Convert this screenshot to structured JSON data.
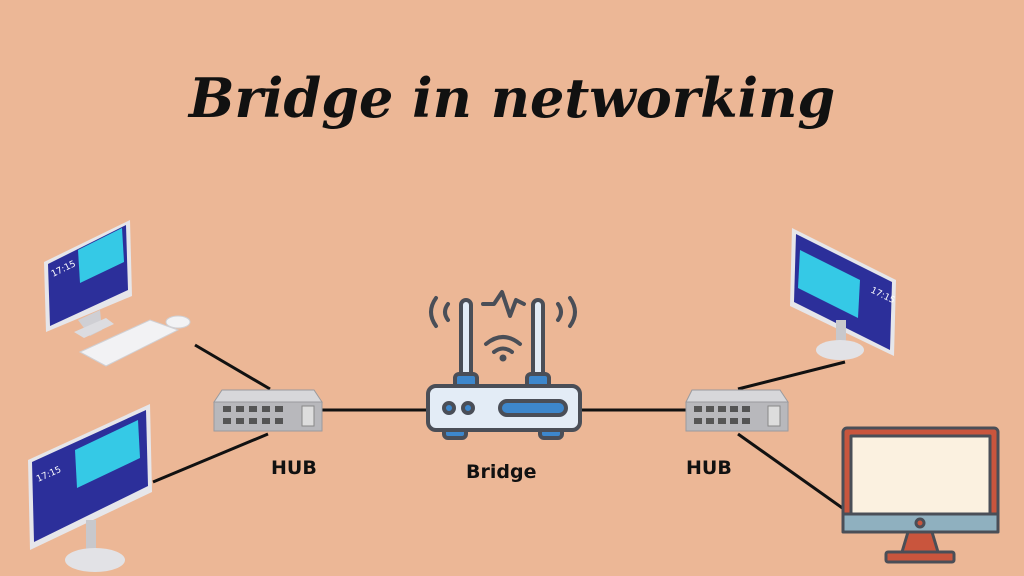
{
  "title": "Bridge in networking",
  "labels": {
    "hub_left": "HUB",
    "bridge": "Bridge",
    "hub_right": "HUB"
  },
  "screen_clock": "17:15",
  "colors": {
    "background": "#ecb796",
    "bridge_body": "#e3ecf6",
    "bridge_accent": "#3d87cc",
    "outline": "#4a4e57",
    "screen": "#2b2f9e",
    "red_monitor": "#c9553d"
  }
}
